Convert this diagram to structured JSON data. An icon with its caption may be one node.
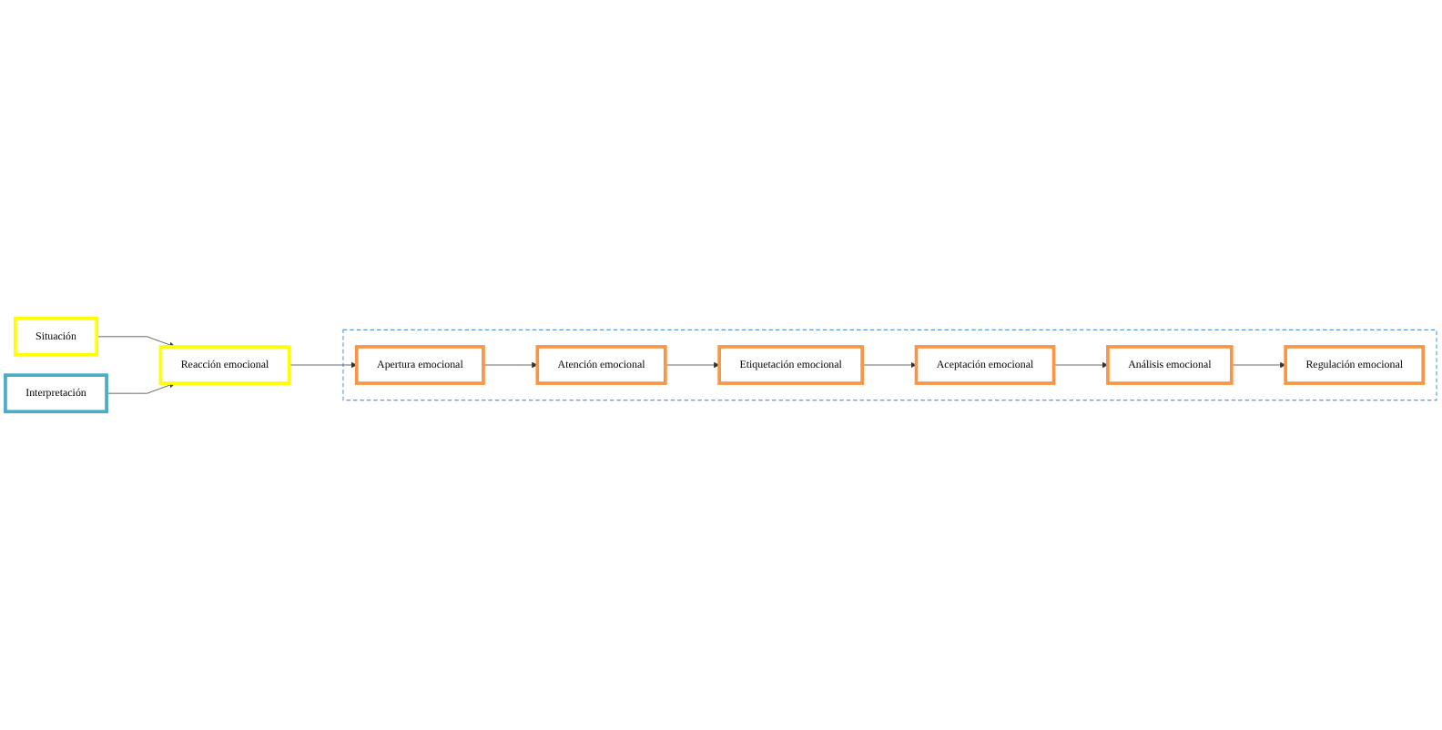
{
  "diagram": {
    "nodes": [
      {
        "text": [
          "Situación"
        ]
      },
      {
        "text": [
          "Reacción emocional"
        ]
      },
      {
        "text": [
          "Interpretación"
        ]
      },
      {
        "text": [],
        "shape": "box"
      },
      {
        "text": [
          "Apertura emocional"
        ],
        "in": 3
      },
      {
        "text": [
          "Atención emocional"
        ],
        "in": 3
      },
      {
        "text": [
          "Etiquetación emocional"
        ],
        "in": 3
      },
      {
        "text": [
          "Aceptación emocional"
        ],
        "in": 3
      },
      {
        "text": [
          "Análisis emocional"
        ],
        "in": 3
      },
      {
        "text": [
          "Regulación emocional"
        ],
        "in": 3
      }
    ],
    "edges": [
      {
        "from": 0,
        "to": 1,
        "arrow": "to"
      },
      {
        "from": 2,
        "to": 1,
        "arrow": "to"
      },
      {
        "from": 1,
        "to": 4,
        "arrow": "to"
      },
      {
        "from": 4,
        "to": 5,
        "arrow": "to"
      },
      {
        "from": 5,
        "to": 6,
        "arrow": "to"
      },
      {
        "from": 6,
        "to": 7,
        "arrow": "to"
      },
      {
        "from": 7,
        "to": 8,
        "arrow": "to"
      },
      {
        "from": 8,
        "to": 9,
        "arrow": "to"
      }
    ]
  }
}
